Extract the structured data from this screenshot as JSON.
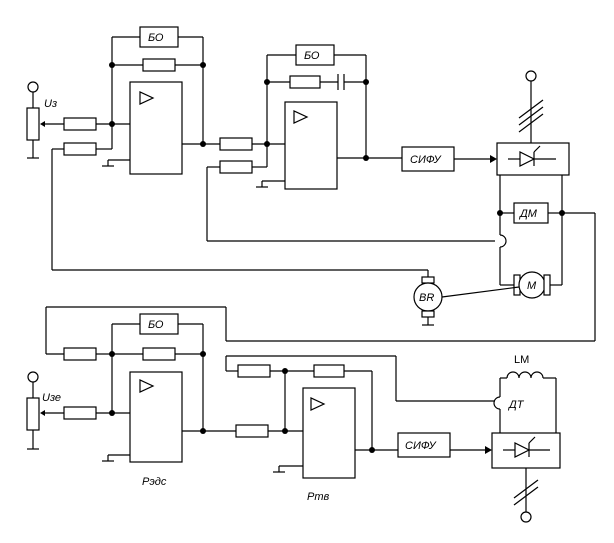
{
  "labels": {
    "bo1": "БО",
    "bo2": "БО",
    "bo3": "БО",
    "sifu1": "СИФУ",
    "sifu2": "СИФУ",
    "dm": "ДМ",
    "motor": "М",
    "br": "BR",
    "u3": "Uз",
    "u3e": "Uзе",
    "reds": "Рэдс",
    "rtv": "Ртв",
    "lm": "LM",
    "dt": "ДТ"
  }
}
